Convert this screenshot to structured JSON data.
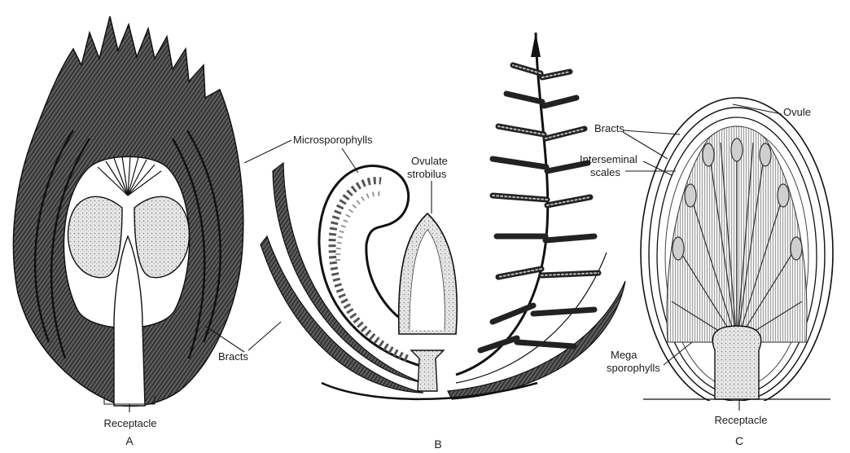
{
  "figures": {
    "a": {
      "letter": "A",
      "receptacle_label": "Receptacle"
    },
    "b": {
      "letter": "B",
      "microsporophylls_label": "Microsporophylls",
      "ovulate_strobilus_line1": "Ovulate",
      "ovulate_strobilus_line2": "strobilus",
      "bracts_label": "Bracts"
    },
    "c": {
      "letter": "C",
      "bracts_label": "Bracts",
      "ovule_label": "Ovule",
      "interseminal_line1": "Interseminal",
      "interseminal_line2": "scales",
      "mega_line1": "Mega",
      "mega_line2": "sporophylls",
      "receptacle_label": "Receptacle"
    }
  },
  "colors": {
    "ink": "#111111",
    "shade": "#6a6a6a",
    "light": "#d8d8d8",
    "paper": "#ffffff"
  }
}
